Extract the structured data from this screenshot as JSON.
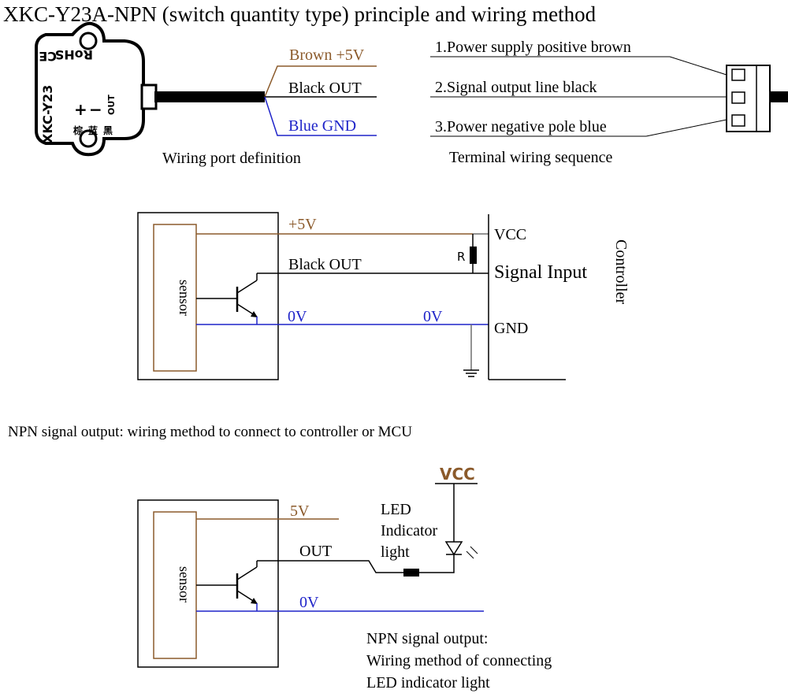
{
  "title": "XKC-Y23A-NPN (switch quantity type) principle and wiring method",
  "colors": {
    "brown": "#8B5A2B",
    "blue": "#1F24C9",
    "black": "#000000",
    "gray": "#6E6E6E"
  },
  "top": {
    "sensor_body": {
      "model": "XKC-Y23",
      "rohs": "RoHS",
      "ce": "CE",
      "pin_plus": "+",
      "pin_minus": "−",
      "pin_out": "OUT",
      "chinese_labels": [
        "棕",
        "蓝",
        "黑"
      ]
    },
    "wires": {
      "brown": "Brown +5V",
      "black": "Black OUT",
      "blue": "Blue GND"
    },
    "wiring_caption": "Wiring port definition",
    "terminal": {
      "line1": "1.Power supply positive brown",
      "line2": "2.Signal output line black",
      "line3": "3.Power negative pole blue",
      "caption": "Terminal wiring sequence"
    }
  },
  "controller_diagram": {
    "sensor_label": "sensor",
    "plus5v": "+5V",
    "out": "Black OUT",
    "zero_v_left": "0V",
    "zero_v_right": "0V",
    "vcc": "VCC",
    "signal_input": "Signal Input",
    "gnd": "GND",
    "resistor": "R",
    "controller": "Controller",
    "caption": "NPN signal output: wiring method to connect to controller or MCU"
  },
  "led_diagram": {
    "sensor_label": "sensor",
    "plus5v": "5V",
    "out": "OUT",
    "zero_v": "0V",
    "vcc": "VCC",
    "led_line1": "LED",
    "led_line2": "Indicator",
    "led_line3": "light",
    "caption_line1": "NPN signal output:",
    "caption_line2": "Wiring method of connecting",
    "caption_line3": "LED indicator light"
  }
}
